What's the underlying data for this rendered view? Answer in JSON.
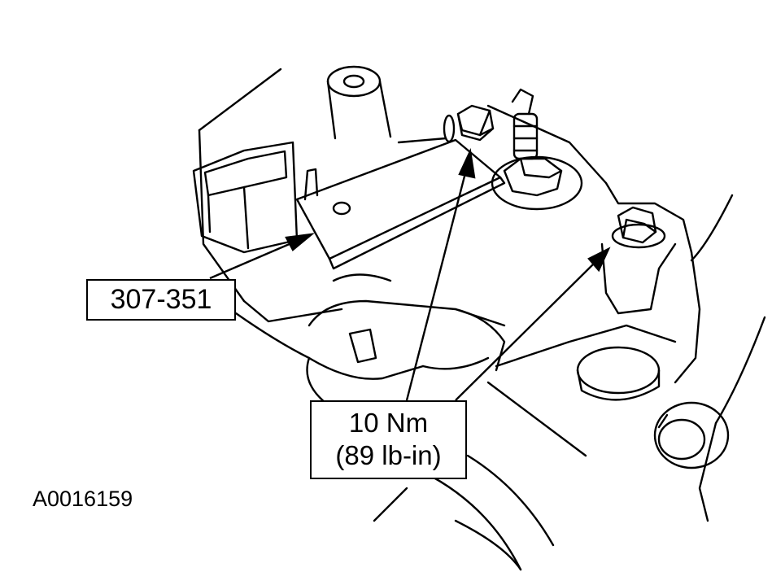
{
  "callouts": {
    "tool_number": "307-351",
    "torque_nm": "10 Nm",
    "torque_lbin": "(89 lb-in)"
  },
  "figure_id": "A0016159",
  "colors": {
    "line": "#000000",
    "background": "#ffffff"
  }
}
